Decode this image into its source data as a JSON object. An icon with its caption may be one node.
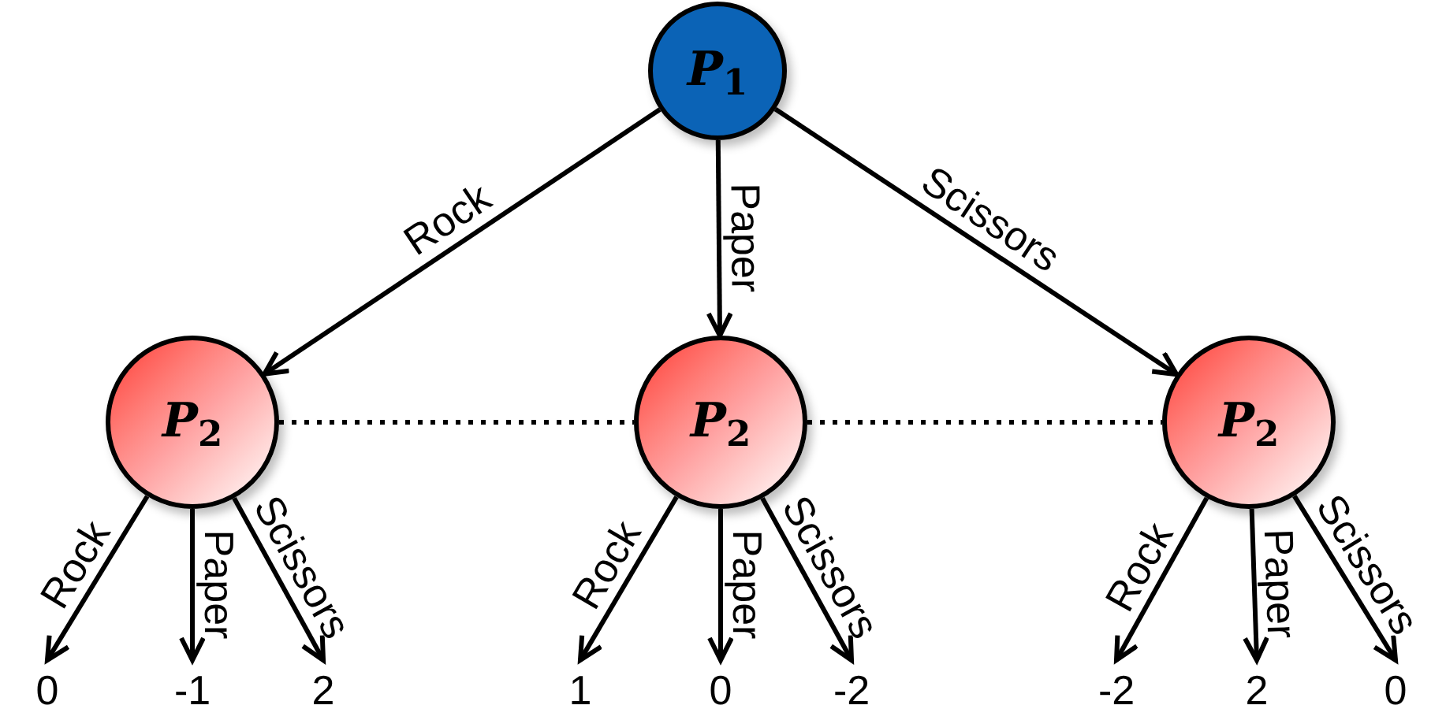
{
  "diagram": {
    "nodes": [
      {
        "text": [
          "*P*$_{1}$"
        ]
      },
      {
        "text": [
          "*P*$_{2}$"
        ]
      },
      {
        "text": [
          "*P*$_{2}$"
        ]
      },
      {
        "text": [
          "*P*$_{2}$"
        ]
      },
      {
        "text": [
          "0"
        ]
      },
      {
        "text": [
          "-1"
        ]
      },
      {
        "text": [
          "2"
        ]
      },
      {
        "text": [
          "1"
        ]
      },
      {
        "text": [
          "0"
        ]
      },
      {
        "text": [
          "-2"
        ]
      },
      {
        "text": [
          "-2"
        ]
      },
      {
        "text": [
          "2"
        ]
      },
      {
        "text": [
          "0"
        ]
      }
    ],
    "edges": [
      {
        "from": 0,
        "to": 1,
        "arrow": "to",
        "label": "Rock"
      },
      {
        "from": 0,
        "to": 2,
        "arrow": "to",
        "label": "Paper"
      },
      {
        "from": 0,
        "to": 3,
        "arrow": "to",
        "label": "Scissors"
      },
      {
        "from": 1,
        "to": 2,
        "arrow": "none",
        "style": "dashed"
      },
      {
        "from": 2,
        "to": 3,
        "arrow": "none",
        "style": "dashed"
      },
      {
        "from": 1,
        "to": 4,
        "arrow": "to",
        "label": "Rock"
      },
      {
        "from": 1,
        "to": 5,
        "arrow": "to",
        "label": "Paper"
      },
      {
        "from": 1,
        "to": 6,
        "arrow": "to",
        "label": "Scissors"
      },
      {
        "from": 2,
        "to": 7,
        "arrow": "to",
        "label": "Rock"
      },
      {
        "from": 2,
        "to": 8,
        "arrow": "to",
        "label": "Paper"
      },
      {
        "from": 2,
        "to": 9,
        "arrow": "to",
        "label": "Scissors"
      },
      {
        "from": 3,
        "to": 10,
        "arrow": "to",
        "label": "Rock"
      },
      {
        "from": 3,
        "to": 11,
        "arrow": "to",
        "label": "Paper"
      },
      {
        "from": 3,
        "to": 12,
        "arrow": "to",
        "label": "Scissors"
      }
    ]
  }
}
